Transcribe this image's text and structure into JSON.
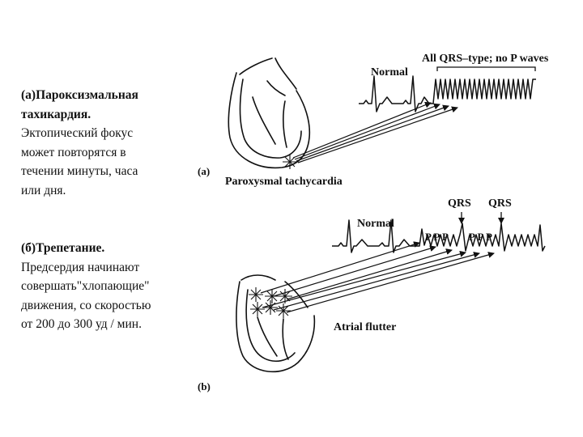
{
  "panel_a": {
    "heading_lines": [
      "(а)Пароксизмальная",
      "тахикардия."
    ],
    "body_lines": [
      "Эктопический фокус",
      "может повторятся в",
      "течении минуты, часа",
      "или дня."
    ],
    "letter": "(a)",
    "caption": "Paroxysmal tachycardia",
    "ecg_normal_label": "Normal",
    "ecg_qrs_label": "All QRS–type; no P waves"
  },
  "panel_b": {
    "heading_lines": [
      "(б)Трепетание."
    ],
    "body_lines": [
      "Предсердия начинают",
      "совершать\"хлопающие\"",
      "движения, со скоростью",
      "от 200 до 300 уд / мин."
    ],
    "letter": "(b)",
    "caption": "Atrial flutter",
    "ecg_normal_label": "Normal",
    "qrs_marker_1": "QRS",
    "qrs_marker_2": "QRS",
    "p_labels_1": "P P P",
    "p_labels_2": "P P P"
  }
}
